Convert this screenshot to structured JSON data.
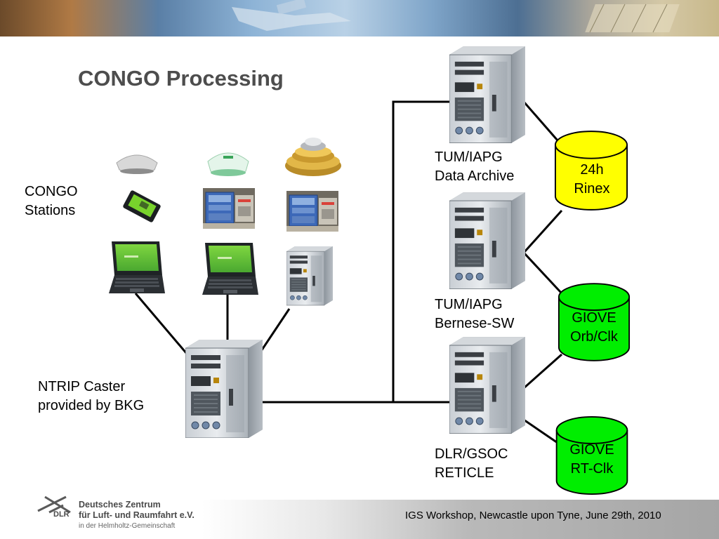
{
  "slide": {
    "title": "CONGO Processing",
    "footer": "IGS Workshop, Newcastle upon Tyne, June 29th, 2010"
  },
  "org": {
    "logo_abbr": "DLR",
    "line1": "Deutsches Zentrum",
    "line2": "für Luft- und Raumfahrt e.V.",
    "line3": "in der Helmholtz-Gemeinschaft"
  },
  "labels": {
    "stations": [
      "CONGO",
      "Stations"
    ],
    "caster": [
      "NTRIP Caster",
      "provided by BKG"
    ],
    "archive": [
      "TUM/IAPG",
      "Data Archive"
    ],
    "bernese": [
      "TUM/IAPG",
      "Bernese-SW"
    ],
    "reticle": [
      "DLR/GSOC",
      "RETICLE"
    ]
  },
  "databases": [
    {
      "lines": [
        "24h",
        "Rinex"
      ],
      "color": "#ffff00"
    },
    {
      "lines": [
        "GIOVE",
        "Orb/Clk"
      ],
      "color": "#00ee00"
    },
    {
      "lines": [
        "GIOVE",
        "RT-Clk"
      ],
      "color": "#00ee00"
    }
  ],
  "icons": {
    "antenna_1": "gnss-antenna-white-icon",
    "antenna_2": "gnss-antenna-green-icon",
    "antenna_3": "gnss-choke-ring-antenna-icon",
    "receiver": "gnss-receiver-icon",
    "photo_2": "receiver-rack-photo",
    "photo_3": "receiver-rack-photo",
    "laptop": "laptop-icon",
    "server": "server-tower-icon"
  }
}
